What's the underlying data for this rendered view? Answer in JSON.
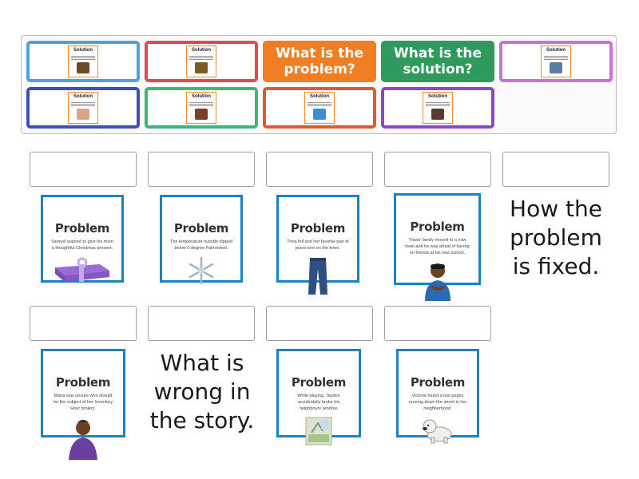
{
  "bank_tiles": [
    {
      "kind": "solution-card",
      "border": "#4aa3df",
      "mini_title": "Solution",
      "pic_color": "#6b4a2a",
      "icon": "plant-icon"
    },
    {
      "kind": "solution-card",
      "border": "#e24b4b",
      "mini_title": "Solution",
      "pic_color": "#7a5a20",
      "icon": "gold-icon"
    },
    {
      "kind": "text",
      "bg": "#f07f23",
      "label": "What is the problem?"
    },
    {
      "kind": "text",
      "bg": "#2e9a5c",
      "label": "What is the solution?"
    },
    {
      "kind": "solution-card",
      "border": "#c872d6",
      "mini_title": "Solution",
      "pic_color": "#5a7da0",
      "icon": "gift-icon"
    },
    {
      "kind": "solution-card",
      "border": "#3e4fb8",
      "mini_title": "Solution",
      "pic_color": "#d9a48a",
      "icon": "hand-icon"
    },
    {
      "kind": "solution-card",
      "border": "#3ab87a",
      "mini_title": "Solution",
      "pic_color": "#7a3f2a",
      "icon": "fire-icon"
    },
    {
      "kind": "solution-card",
      "border": "#e05a2a",
      "mini_title": "Solution",
      "pic_color": "#3a8fd0",
      "icon": "jeans-icon"
    },
    {
      "kind": "solution-card",
      "border": "#8b46c9",
      "mini_title": "Solution",
      "pic_color": "#5a3a30",
      "icon": "window-icon"
    }
  ],
  "cards": [
    {
      "title": "Problem",
      "desc": "Samuel wanted to give his mom a thoughtful Christmas present.",
      "icon": "gift-icon",
      "pic": "gift"
    },
    {
      "title": "Problem",
      "desc": "The temperature outside dipped below 0 degree Fahrenheit.",
      "icon": "snowflake-icon",
      "pic": "snow"
    },
    {
      "title": "Problem",
      "desc": "Trina fell and her favorite pair of jeans tore on the knee.",
      "icon": "jeans-icon",
      "pic": "jeans"
    },
    {
      "title": "Problem",
      "desc": "Travis' family moved to a new town and he was afraid of having no friends at his new school.",
      "icon": "boy-icon",
      "pic": "boy"
    },
    {
      "title": "Problem",
      "desc": "Maria was unsure who should be the subject of her Inventory Hour project.",
      "icon": "girl-icon",
      "pic": "girl"
    },
    {
      "title": "Problem",
      "desc": "While playing, Jayden accidentally broke his neighbours window.",
      "icon": "window-icon",
      "pic": "window"
    },
    {
      "title": "Problem",
      "desc": "Victoria found a lost puppy running down the street in her neighborhood.",
      "icon": "dog-icon",
      "pic": "dog"
    }
  ],
  "definitions": {
    "solution_def": "How the problem is fixed.",
    "problem_def": "What is wrong in the story."
  }
}
